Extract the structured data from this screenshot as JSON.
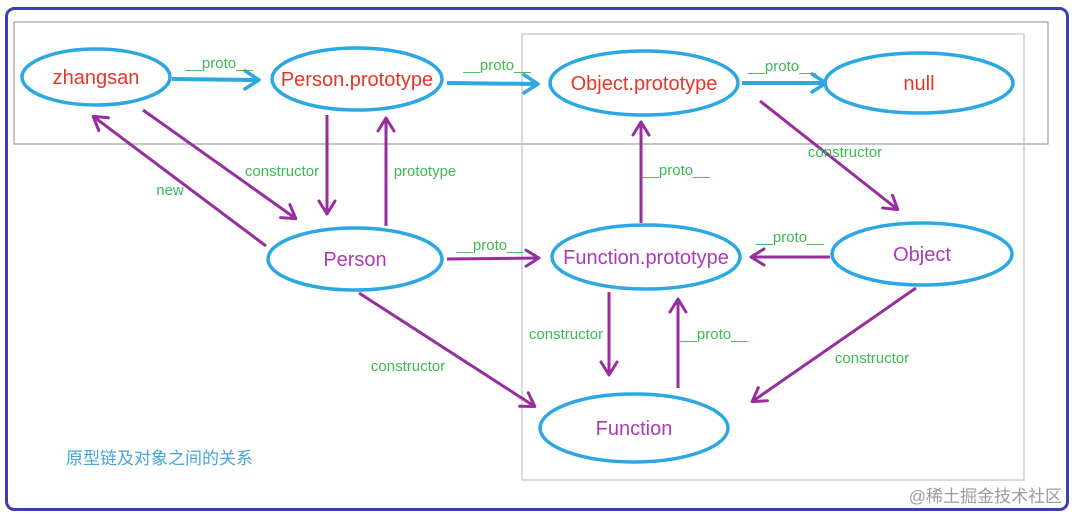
{
  "title": {
    "text": "原型链及对象之间的关系"
  },
  "watermark": {
    "text": "@稀土掘金技术社区"
  },
  "colors": {
    "node_stroke": "#2BA7E3",
    "proto_chain_arrow": "#2BA7E3",
    "relation_arrow": "#982D9E",
    "instance_text": "#E73528",
    "function_text": "#AB3AB8",
    "label_text": "#3DB954",
    "frame_border": "#3C3FAD",
    "box_border_dark": "#9E9E9E",
    "box_border_light": "#C2C2C2",
    "title_text": "#4AA3DE",
    "watermark_text": "#9C9C9C"
  },
  "nodes": {
    "zhangsan": {
      "label": "zhangsan"
    },
    "person_prototype": {
      "label": "Person.prototype"
    },
    "object_prototype": {
      "label": "Object.prototype"
    },
    "null_node": {
      "label": "null"
    },
    "person": {
      "label": "Person"
    },
    "function_prototype": {
      "label": "Function.prototype"
    },
    "object": {
      "label": "Object"
    },
    "function": {
      "label": "Function"
    }
  },
  "edges": {
    "zhangsan_to_person_prototype": {
      "from": "zhangsan",
      "to": "Person.prototype",
      "label": "__proto__"
    },
    "person_prototype_to_object_prototype": {
      "from": "Person.prototype",
      "to": "Object.prototype",
      "label": "__proto__"
    },
    "object_prototype_to_null": {
      "from": "Object.prototype",
      "to": "null",
      "label": "__proto__"
    },
    "zhangsan_to_person": {
      "from": "zhangsan",
      "to": "Person",
      "label": ""
    },
    "person_to_zhangsan": {
      "from": "Person",
      "to": "zhangsan",
      "label": "new"
    },
    "person_prototype_to_person": {
      "from": "Person.prototype",
      "to": "Person",
      "label": "constructor"
    },
    "person_to_person_prototype": {
      "from": "Person",
      "to": "Person.prototype",
      "label": "prototype"
    },
    "person_to_function_prototype": {
      "from": "Person",
      "to": "Function.prototype",
      "label": "__proto__"
    },
    "function_prototype_to_object_prototype": {
      "from": "Function.prototype",
      "to": "Object.prototype",
      "label": "__proto__"
    },
    "object_prototype_to_object": {
      "from": "Object.prototype",
      "to": "Object",
      "label": "constructor"
    },
    "object_to_function_prototype": {
      "from": "Object",
      "to": "Function.prototype",
      "label": "__proto__"
    },
    "function_prototype_to_function": {
      "from": "Function.prototype",
      "to": "Function",
      "label": "constructor"
    },
    "function_to_function_prototype": {
      "from": "Function",
      "to": "Function.prototype",
      "label": "__proto__"
    },
    "person_to_function": {
      "from": "Person",
      "to": "Function",
      "label": "constructor"
    },
    "object_to_function": {
      "from": "Object",
      "to": "Function",
      "label": "constructor"
    }
  }
}
